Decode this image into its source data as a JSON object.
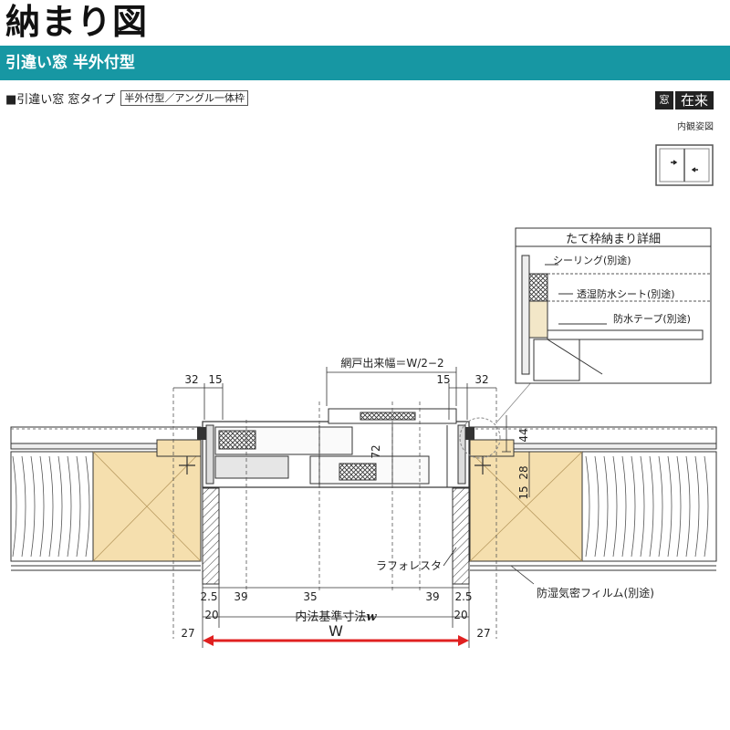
{
  "header": {
    "title": "納まり図",
    "section": "引違い窓 半外付型"
  },
  "window_type": {
    "label": "■引違い窓 窓タイプ",
    "type_value": "半外付型／アングル一体枠"
  },
  "badges": {
    "window": "窓",
    "standard": "在来"
  },
  "view_label": "内観姿図",
  "detail": {
    "title": "たて枠納まり詳細",
    "callouts": [
      "シーリング(別途)",
      "透湿防水シート(別途)",
      "防水テープ(別途)"
    ]
  },
  "dimensions": {
    "screen_width": "網戸出来幅＝W/2−2",
    "left_32": "32",
    "left_15": "15",
    "right_15": "15",
    "right_32": "32",
    "d72": "72",
    "d44": "44",
    "d28": "28",
    "d15_right": "15",
    "d2_5_left": "2.5",
    "d39_left": "39",
    "d35": "35",
    "d39_right": "39",
    "d2_5_right": "2.5",
    "d20_left": "20",
    "d20_right": "20",
    "inner_label": "内法基準寸法",
    "inner_symbol": "w",
    "d27_left": "27",
    "d27_right": "27",
    "w_label": "W"
  },
  "labels": {
    "lafore": "ラフォレスタ",
    "film": "防湿気密フィルム(別途)"
  },
  "colors": {
    "section_bar": "#1797a3",
    "wood": "#f5dfae",
    "arrow": "#e02020"
  }
}
